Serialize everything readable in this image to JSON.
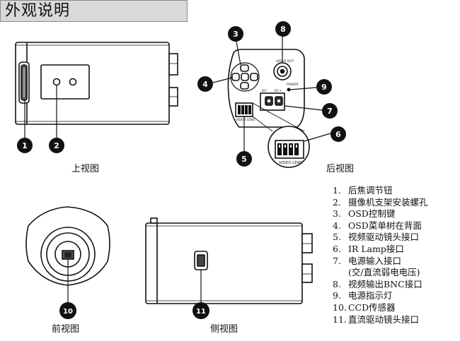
{
  "header": {
    "title": "外观说明"
  },
  "views": {
    "top": "上视图",
    "rear": "后视图",
    "front": "前视图",
    "side": "侧视图"
  },
  "rear_labels": {
    "video_out": "VIDEO OUT",
    "power": "POWER",
    "video_lens": "VIDEO LENS",
    "dc_minus": "DC-",
    "dc_plus": "DC+"
  },
  "callouts": [
    "1",
    "2",
    "3",
    "4",
    "5",
    "6",
    "7",
    "8",
    "9",
    "10",
    "11"
  ],
  "legend": [
    {
      "num": "1.",
      "text": "后焦调节钮"
    },
    {
      "num": "2.",
      "text": "摄像机支架安装螺孔"
    },
    {
      "num": "3.",
      "text": "OSD控制键"
    },
    {
      "num": "4.",
      "text": "OSD菜单树在背面"
    },
    {
      "num": "5.",
      "text": "视频驱动镜头接口"
    },
    {
      "num": "6.",
      "text": "IR Lamp接口"
    },
    {
      "num": "7.",
      "text": "电源输入接口"
    },
    {
      "num": "",
      "text": "(交/直流弱电电压)"
    },
    {
      "num": "8.",
      "text": "视频输出BNC接口"
    },
    {
      "num": "9.",
      "text": "电源指示灯"
    },
    {
      "num": "10.",
      "text": "CCD传感器"
    },
    {
      "num": "11.",
      "text": "直流驱动镜头接口"
    }
  ]
}
